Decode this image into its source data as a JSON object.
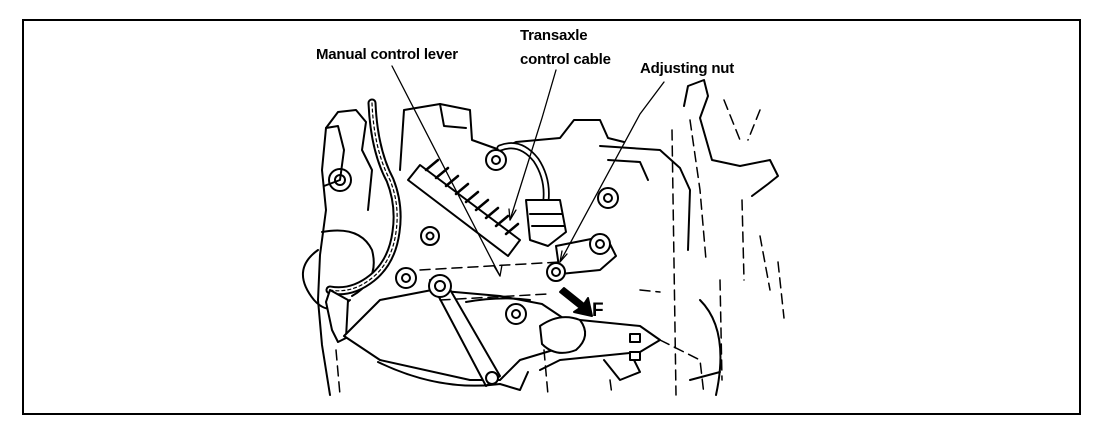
{
  "diagram": {
    "labels": {
      "manual_control_lever": "Manual control lever",
      "transaxle_control_cable_line1": "Transaxle",
      "transaxle_control_cable_line2": "control cable",
      "adjusting_nut": "Adjusting nut",
      "direction_f": "F"
    }
  }
}
